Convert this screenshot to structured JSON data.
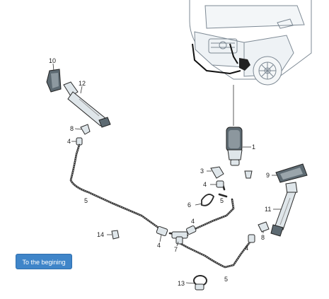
{
  "diagram": {
    "callouts": {
      "c1": "1",
      "c3": "3",
      "c4a": "4",
      "c4b": "4",
      "c4c": "4",
      "c4d": "4",
      "c4e": "4",
      "c5a": "5",
      "c5b": "5",
      "c5c": "5",
      "c6": "6",
      "c7": "7",
      "c8a": "8",
      "c8b": "8",
      "c9": "9",
      "c10": "10",
      "c11": "11",
      "c12": "12",
      "c13": "13",
      "c14": "14"
    }
  },
  "nav": {
    "back_label": "To the begining"
  }
}
